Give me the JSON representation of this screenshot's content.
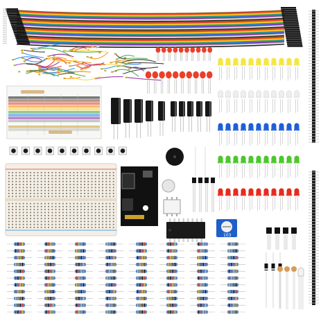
{
  "image": {
    "kind": "product-photo",
    "background": "#ffffff"
  },
  "components": {
    "ribbon_wire_colors": [
      "#8b5a2b",
      "#e53935",
      "#fb8c00",
      "#fdd835",
      "#43a047",
      "#1e88e5",
      "#8e24aa",
      "#9e9e9e",
      "#fafafa",
      "#212121"
    ],
    "led_colors": [
      "#f5e642",
      "#eeeeee",
      "#1e5fd8",
      "#4cc72c",
      "#e62b1e"
    ],
    "resistor_band_colors": [
      "#7a4b1e",
      "#111111",
      "#e53935",
      "#fbc02d",
      "#c9a227"
    ],
    "resistor_body_color": "#5b88c4",
    "breadboard_color": "#f4efe6",
    "power_module_color": "#111111",
    "chip_color": "#1a1a1a",
    "potentiometer_color": "#1f5fc8",
    "header_color": "#1a1a1a",
    "electrolytic_cap_color": "#161616",
    "ceramic_cap_color": "#e8402a"
  },
  "potentiometer_code": "103",
  "switch_count": 10,
  "led_rows": 5,
  "leds_per_row": 11,
  "resistor_columns": 8,
  "resistor_rows": 11
}
